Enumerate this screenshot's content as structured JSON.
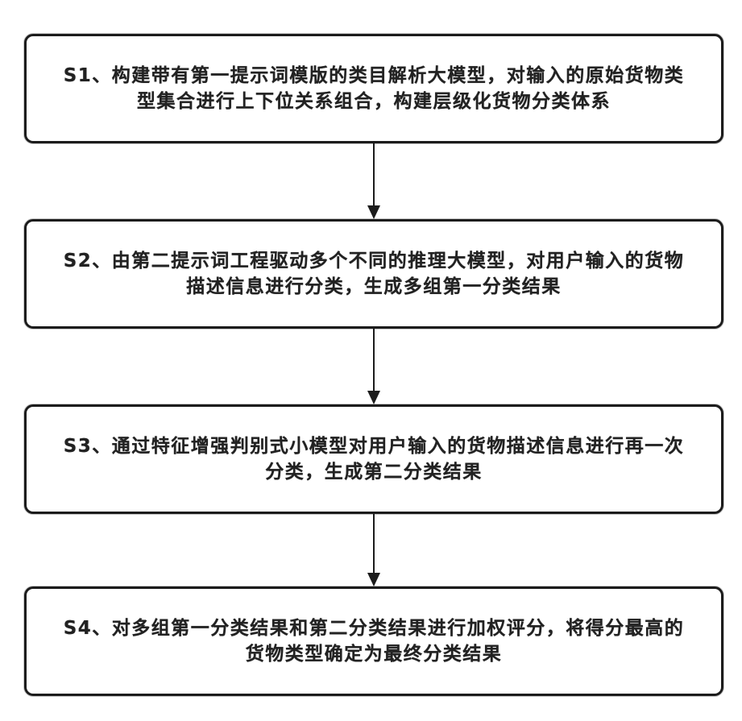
{
  "page": {
    "background_color": "#ffffff",
    "line_color": "#1c1c1c",
    "text_color": "#222222"
  },
  "flowchart": {
    "type": "vertical-step-flow",
    "steps": [
      {
        "id": "S1",
        "line1": "S1、构建带有第一提示词模版的类目解析大模型，对输入的原始货物类",
        "line2": "型集合进行上下位关系组合，构建层级化货物分类体系"
      },
      {
        "id": "S2",
        "line1": "S2、由第二提示词工程驱动多个不同的推理大模型，对用户输入的货物",
        "line2": "描述信息进行分类，生成多组第一分类结果"
      },
      {
        "id": "S3",
        "line1": "S3、通过特征增强判别式小模型对用户输入的货物描述信息进行再一次",
        "line2": "分类，生成第二分类结果"
      },
      {
        "id": "S4",
        "line1": "S4、对多组第一分类结果和第二分类结果进行加权评分，将得分最高的",
        "line2": "货物类型确定为最终分类结果"
      }
    ]
  }
}
